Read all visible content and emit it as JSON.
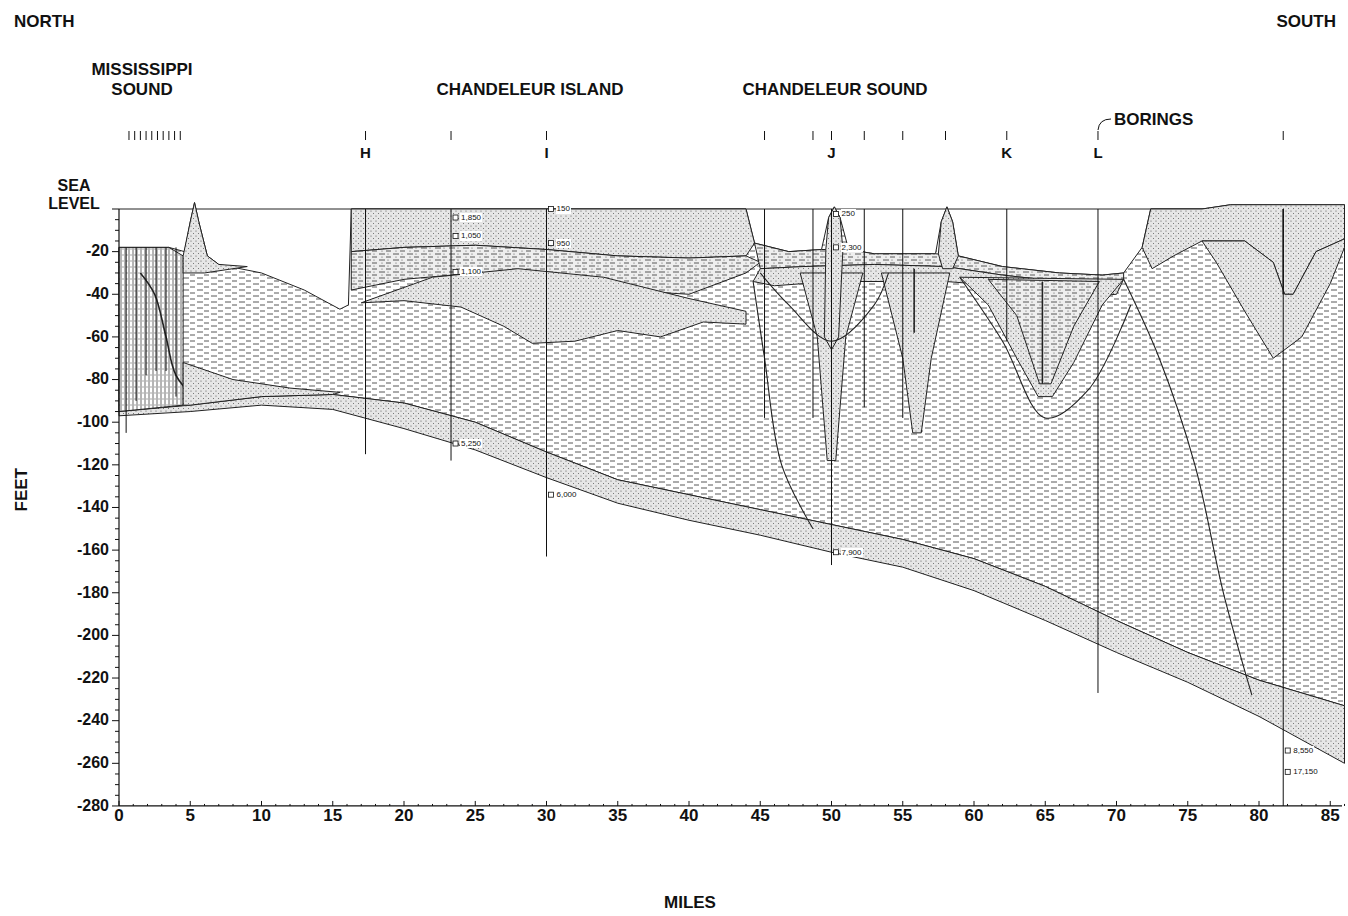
{
  "diagram": {
    "labels": [
      "NORTH",
      "SOUTH",
      "MISSISSIPPI SOUND",
      "CHANDELEUR ISLAND",
      "CHANDELEUR SOUND",
      "BORINGS",
      "H",
      "I",
      "J",
      "K",
      "L",
      "SEA LEVEL",
      "-20",
      "-40",
      "-60",
      "-80",
      "-100",
      "-120",
      "-140",
      "-160",
      "-180",
      "-200",
      "-220",
      "-240",
      "-260",
      "-280",
      "FEET",
      "0",
      "5",
      "10",
      "15",
      "20",
      "25",
      "30",
      "35",
      "40",
      "45",
      "50",
      "55",
      "60",
      "65",
      "70",
      "75",
      "80",
      "85",
      "MILES",
      "1,850",
      "1,050",
      "1,100",
      "5,250",
      "150",
      "950",
      "6,000",
      "250",
      "2,300",
      "7,900",
      "8,550",
      "17,150"
    ]
  }
}
